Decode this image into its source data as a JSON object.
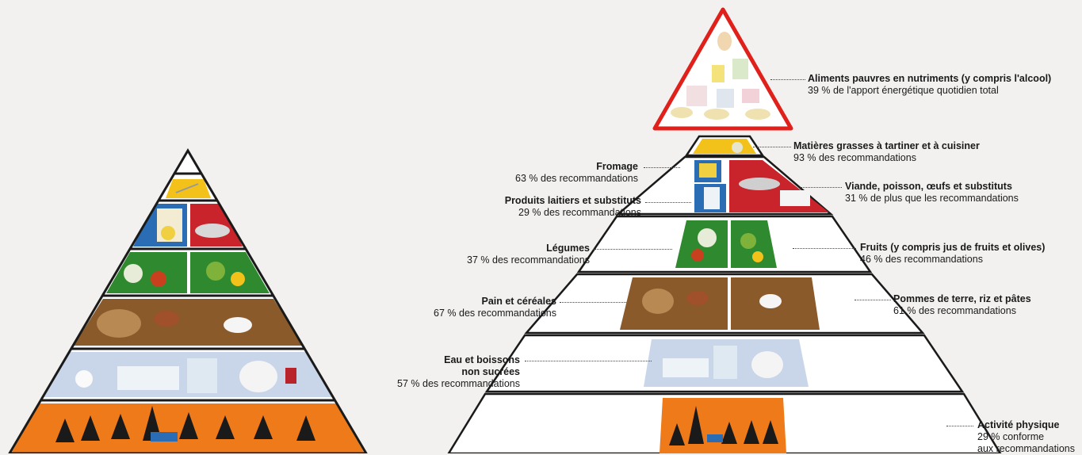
{
  "colors": {
    "background": "#f2f1ef",
    "pyramid_outline": "#1a1a1a",
    "band_fill": "#ffffff",
    "top_triangle_border": "#e0201b",
    "yellow": "#f2c21a",
    "blue": "#2a6db5",
    "red": "#c9232b",
    "green": "#2f8a2f",
    "brown": "#8a5a2b",
    "light_blue": "#c9d6ea",
    "orange": "#ef7a1a"
  },
  "icons": [
    "spread-bottle-icon",
    "cheese-icon",
    "milk-icon",
    "fish-meat-icon",
    "vegetables-icon",
    "fruits-icon",
    "bread-icon",
    "rice-bowl-icon",
    "water-glasses-icon",
    "teapot-icon",
    "running-figures-icon",
    "candy-jars-icon"
  ],
  "labels": {
    "treats": {
      "title": "Aliments pauvres en nutriments (y compris l'alcool)",
      "subtitle": "39 % de l'apport énergétique quotidien total"
    },
    "fats": {
      "title": "Matières grasses à tartiner et à cuisiner",
      "subtitle": "93 % des recommandations"
    },
    "cheese": {
      "title": "Fromage",
      "subtitle": "63 % des recommandations"
    },
    "meat": {
      "title": "Viande, poisson, œufs et substituts",
      "subtitle": "31 % de plus que les recommandations"
    },
    "dairy": {
      "title": "Produits laitiers et substituts",
      "subtitle": "29 % des recommandations"
    },
    "vegetables": {
      "title": "Légumes",
      "subtitle": "37 % des recommandations"
    },
    "fruits": {
      "title": "Fruits (y compris jus de fruits et olives)",
      "subtitle": "46 % des recommandations"
    },
    "bread": {
      "title": "Pain et céréales",
      "subtitle": "67 % des recommandations"
    },
    "potatoes": {
      "title": "Pommes de terre, riz et pâtes",
      "subtitle": "61 % des recommandations"
    },
    "water": {
      "title": "Eau et boissons",
      "title2": "non sucrées",
      "subtitle": "57 % des recommandations"
    },
    "activity": {
      "title": "Activité physique",
      "subtitle": "29 % conforme",
      "subtitle2": "aux recommandations"
    }
  }
}
